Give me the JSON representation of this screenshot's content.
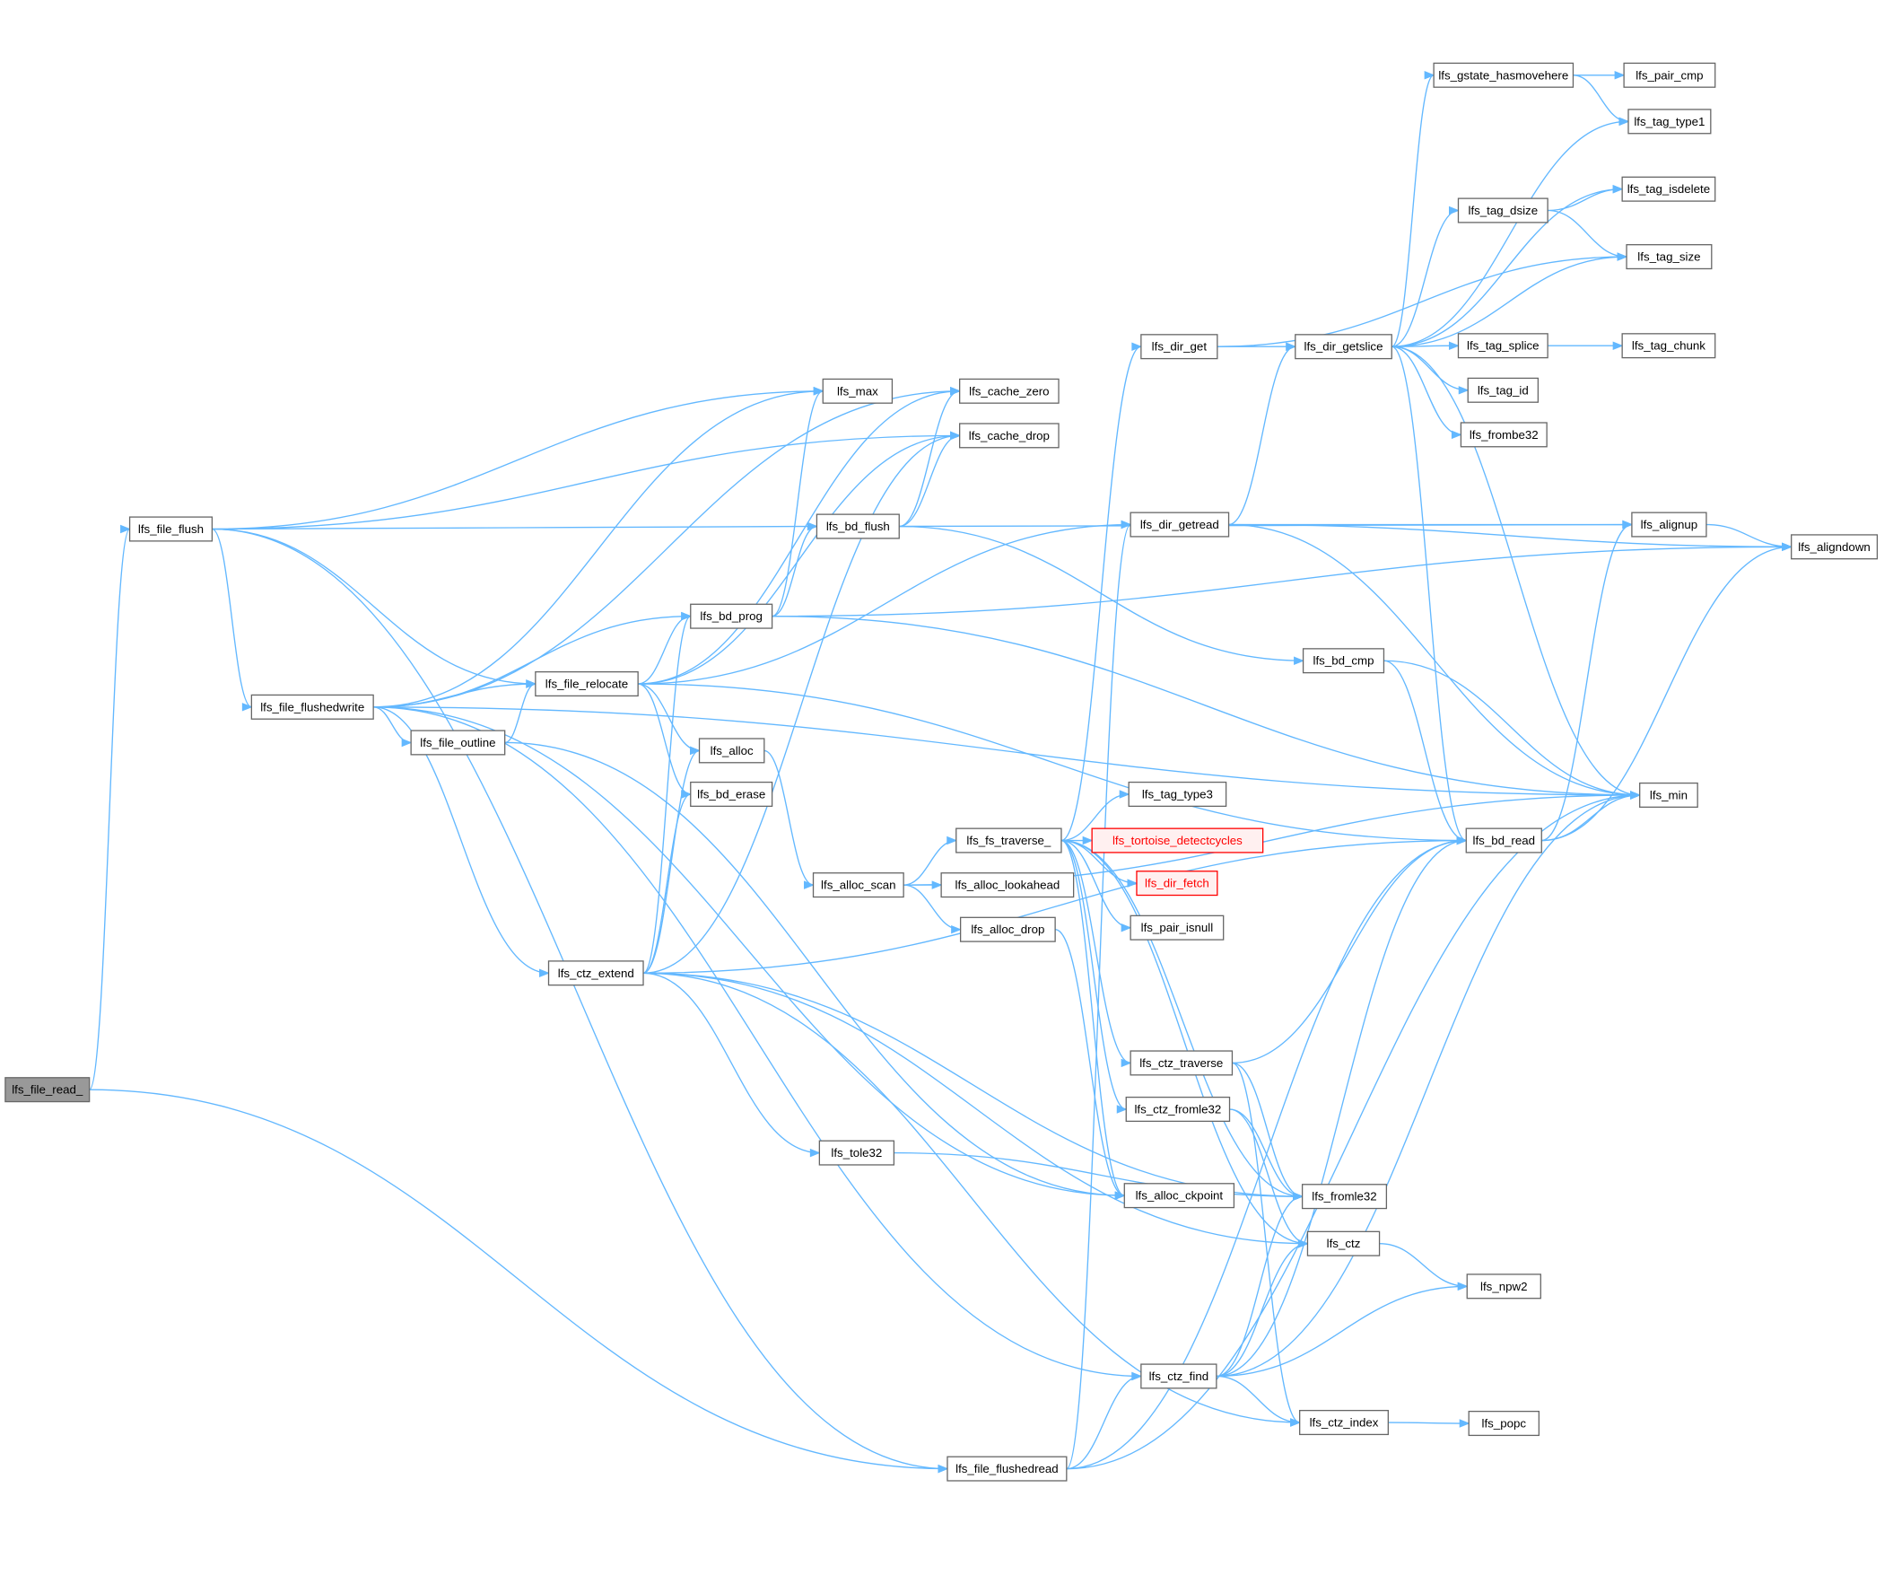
{
  "colors": {
    "edge": "#63b8ff",
    "node_border": "#666666",
    "node_fill": "#ffffff",
    "root_fill": "#999999",
    "truncated_border": "#ff0000",
    "truncated_text": "#ff0000"
  },
  "nodes": [
    {
      "id": "file_read",
      "label": "lfs_file_read_",
      "root": true
    },
    {
      "id": "file_flush",
      "label": "lfs_file_flush"
    },
    {
      "id": "file_flushedwrite",
      "label": "lfs_file_flushedwrite"
    },
    {
      "id": "file_relocate",
      "label": "lfs_file_relocate"
    },
    {
      "id": "file_outline",
      "label": "lfs_file_outline"
    },
    {
      "id": "ctz_extend",
      "label": "lfs_ctz_extend"
    },
    {
      "id": "bd_prog",
      "label": "lfs_bd_prog"
    },
    {
      "id": "alloc",
      "label": "lfs_alloc"
    },
    {
      "id": "bd_erase",
      "label": "lfs_bd_erase"
    },
    {
      "id": "bd_flush",
      "label": "lfs_bd_flush"
    },
    {
      "id": "max",
      "label": "lfs_max"
    },
    {
      "id": "cache_zero",
      "label": "lfs_cache_zero"
    },
    {
      "id": "cache_drop",
      "label": "lfs_cache_drop"
    },
    {
      "id": "tole32",
      "label": "lfs_tole32"
    },
    {
      "id": "alloc_scan",
      "label": "lfs_alloc_scan"
    },
    {
      "id": "fs_traverse",
      "label": "lfs_fs_traverse_"
    },
    {
      "id": "alloc_lookahead",
      "label": "lfs_alloc_lookahead"
    },
    {
      "id": "alloc_drop",
      "label": "lfs_alloc_drop"
    },
    {
      "id": "file_flushedread",
      "label": "lfs_file_flushedread"
    },
    {
      "id": "dir_get",
      "label": "lfs_dir_get"
    },
    {
      "id": "dir_getread",
      "label": "lfs_dir_getread"
    },
    {
      "id": "tag_type3",
      "label": "lfs_tag_type3"
    },
    {
      "id": "tortoise",
      "label": "lfs_tortoise_detectcycles",
      "truncated": true
    },
    {
      "id": "dir_fetch",
      "label": "lfs_dir_fetch",
      "truncated": true
    },
    {
      "id": "pair_isnull",
      "label": "lfs_pair_isnull"
    },
    {
      "id": "ctz_traverse",
      "label": "lfs_ctz_traverse"
    },
    {
      "id": "ctz_fromle32",
      "label": "lfs_ctz_fromle32"
    },
    {
      "id": "alloc_ckpoint",
      "label": "lfs_alloc_ckpoint"
    },
    {
      "id": "ctz_find",
      "label": "lfs_ctz_find"
    },
    {
      "id": "dir_getslice",
      "label": "lfs_dir_getslice"
    },
    {
      "id": "bd_cmp",
      "label": "lfs_bd_cmp"
    },
    {
      "id": "gstate_hasmovehere",
      "label": "lfs_gstate_hasmovehere"
    },
    {
      "id": "tag_dsize",
      "label": "lfs_tag_dsize"
    },
    {
      "id": "tag_splice",
      "label": "lfs_tag_splice"
    },
    {
      "id": "tag_id",
      "label": "lfs_tag_id"
    },
    {
      "id": "frombe32",
      "label": "lfs_frombe32"
    },
    {
      "id": "bd_read",
      "label": "lfs_bd_read"
    },
    {
      "id": "fromle32",
      "label": "lfs_fromle32"
    },
    {
      "id": "ctz",
      "label": "lfs_ctz"
    },
    {
      "id": "ctz_index",
      "label": "lfs_ctz_index"
    },
    {
      "id": "pair_cmp",
      "label": "lfs_pair_cmp"
    },
    {
      "id": "tag_type1",
      "label": "lfs_tag_type1"
    },
    {
      "id": "tag_isdelete",
      "label": "lfs_tag_isdelete"
    },
    {
      "id": "tag_size",
      "label": "lfs_tag_size"
    },
    {
      "id": "tag_chunk",
      "label": "lfs_tag_chunk"
    },
    {
      "id": "alignup",
      "label": "lfs_alignup"
    },
    {
      "id": "aligndown",
      "label": "lfs_aligndown"
    },
    {
      "id": "min",
      "label": "lfs_min"
    },
    {
      "id": "npw2",
      "label": "lfs_npw2"
    },
    {
      "id": "popc",
      "label": "lfs_popc"
    }
  ],
  "edges": [
    [
      "file_read",
      "file_flush"
    ],
    [
      "file_read",
      "file_flushedread"
    ],
    [
      "file_flush",
      "bd_flush"
    ],
    [
      "file_flush",
      "cache_drop"
    ],
    [
      "file_flush",
      "file_flushedwrite"
    ],
    [
      "file_flush",
      "file_relocate"
    ],
    [
      "file_flush",
      "max"
    ],
    [
      "file_flush",
      "file_flushedread"
    ],
    [
      "file_flushedwrite",
      "bd_prog"
    ],
    [
      "file_flushedwrite",
      "cache_zero"
    ],
    [
      "file_flushedwrite",
      "max"
    ],
    [
      "file_flushedwrite",
      "file_relocate"
    ],
    [
      "file_flushedwrite",
      "file_outline"
    ],
    [
      "file_flushedwrite",
      "ctz_extend"
    ],
    [
      "file_flushedwrite",
      "alloc_ckpoint"
    ],
    [
      "file_flushedwrite",
      "ctz_find"
    ],
    [
      "file_flushedwrite",
      "min"
    ],
    [
      "file_outline",
      "file_relocate"
    ],
    [
      "file_outline",
      "alloc_ckpoint"
    ],
    [
      "file_relocate",
      "bd_prog"
    ],
    [
      "file_relocate",
      "cache_zero"
    ],
    [
      "file_relocate",
      "cache_drop"
    ],
    [
      "file_relocate",
      "alloc"
    ],
    [
      "file_relocate",
      "bd_erase"
    ],
    [
      "file_relocate",
      "dir_getread"
    ],
    [
      "file_relocate",
      "bd_read"
    ],
    [
      "ctz_extend",
      "bd_prog"
    ],
    [
      "ctz_extend",
      "alloc"
    ],
    [
      "ctz_extend",
      "bd_erase"
    ],
    [
      "ctz_extend",
      "cache_drop"
    ],
    [
      "ctz_extend",
      "tole32"
    ],
    [
      "ctz_extend",
      "bd_read"
    ],
    [
      "ctz_extend",
      "fromle32"
    ],
    [
      "ctz_extend",
      "ctz"
    ],
    [
      "ctz_extend",
      "ctz_index"
    ],
    [
      "bd_prog",
      "bd_flush"
    ],
    [
      "bd_prog",
      "max"
    ],
    [
      "bd_prog",
      "aligndown"
    ],
    [
      "bd_prog",
      "min"
    ],
    [
      "bd_flush",
      "cache_zero"
    ],
    [
      "bd_flush",
      "cache_drop"
    ],
    [
      "bd_flush",
      "alignup"
    ],
    [
      "bd_flush",
      "bd_cmp"
    ],
    [
      "alloc",
      "alloc_scan"
    ],
    [
      "alloc_scan",
      "fs_traverse"
    ],
    [
      "alloc_scan",
      "alloc_lookahead"
    ],
    [
      "alloc_scan",
      "alloc_drop"
    ],
    [
      "alloc_scan",
      "min"
    ],
    [
      "alloc_drop",
      "alloc_ckpoint"
    ],
    [
      "tole32",
      "fromle32"
    ],
    [
      "fs_traverse",
      "dir_get"
    ],
    [
      "fs_traverse",
      "tag_type3"
    ],
    [
      "fs_traverse",
      "tortoise"
    ],
    [
      "fs_traverse",
      "dir_fetch"
    ],
    [
      "fs_traverse",
      "pair_isnull"
    ],
    [
      "fs_traverse",
      "ctz_traverse"
    ],
    [
      "fs_traverse",
      "ctz_fromle32"
    ],
    [
      "fs_traverse",
      "fromle32"
    ],
    [
      "fs_traverse",
      "ctz"
    ],
    [
      "fs_traverse",
      "alloc_ckpoint"
    ],
    [
      "file_flushedread",
      "dir_getread"
    ],
    [
      "file_flushedread",
      "bd_read"
    ],
    [
      "file_flushedread",
      "ctz_find"
    ],
    [
      "file_flushedread",
      "min"
    ],
    [
      "dir_get",
      "dir_getslice"
    ],
    [
      "dir_get",
      "tag_size"
    ],
    [
      "dir_getread",
      "dir_getslice"
    ],
    [
      "dir_getread",
      "alignup"
    ],
    [
      "dir_getread",
      "aligndown"
    ],
    [
      "dir_getread",
      "min"
    ],
    [
      "dir_getslice",
      "gstate_hasmovehere"
    ],
    [
      "dir_getslice",
      "tag_type1"
    ],
    [
      "dir_getslice",
      "tag_isdelete"
    ],
    [
      "dir_getslice",
      "tag_dsize"
    ],
    [
      "dir_getslice",
      "tag_size"
    ],
    [
      "dir_getslice",
      "tag_splice"
    ],
    [
      "dir_getslice",
      "tag_id"
    ],
    [
      "dir_getslice",
      "frombe32"
    ],
    [
      "dir_getslice",
      "bd_read"
    ],
    [
      "dir_getslice",
      "min"
    ],
    [
      "gstate_hasmovehere",
      "pair_cmp"
    ],
    [
      "gstate_hasmovehere",
      "tag_type1"
    ],
    [
      "tag_dsize",
      "tag_isdelete"
    ],
    [
      "tag_dsize",
      "tag_size"
    ],
    [
      "tag_splice",
      "tag_chunk"
    ],
    [
      "bd_cmp",
      "bd_read"
    ],
    [
      "bd_cmp",
      "min"
    ],
    [
      "bd_read",
      "alignup"
    ],
    [
      "bd_read",
      "aligndown"
    ],
    [
      "bd_read",
      "min"
    ],
    [
      "alignup",
      "aligndown"
    ],
    [
      "ctz_traverse",
      "bd_read"
    ],
    [
      "ctz_traverse",
      "fromle32"
    ],
    [
      "ctz_traverse",
      "ctz_index"
    ],
    [
      "ctz_fromle32",
      "fromle32"
    ],
    [
      "ctz_fromle32",
      "ctz"
    ],
    [
      "ctz_find",
      "bd_read"
    ],
    [
      "ctz_find",
      "fromle32"
    ],
    [
      "ctz_find",
      "ctz"
    ],
    [
      "ctz_find",
      "npw2"
    ],
    [
      "ctz_find",
      "ctz_index"
    ],
    [
      "ctz_find",
      "min"
    ],
    [
      "ctz",
      "npw2"
    ],
    [
      "ctz_index",
      "popc"
    ]
  ]
}
